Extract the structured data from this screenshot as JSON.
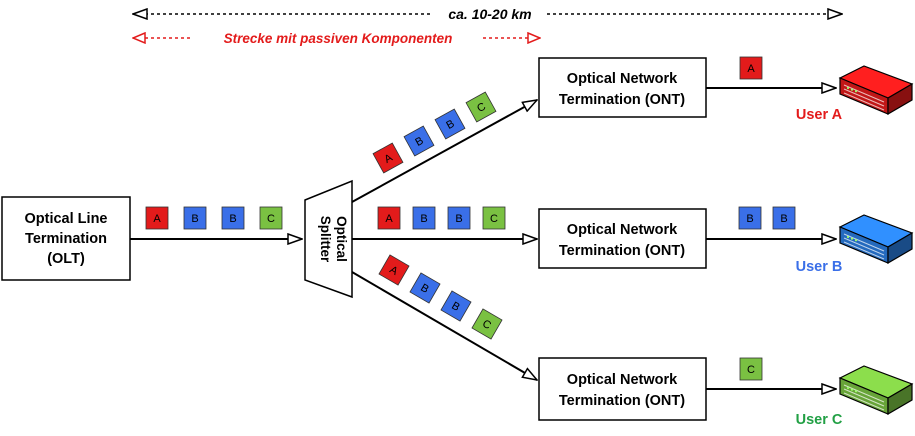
{
  "distance": {
    "label": "ca. 10-20 km",
    "color": "#000000"
  },
  "passive": {
    "label": "Strecke mit passiven Komponenten",
    "color": "#e31b1b"
  },
  "olt": {
    "line1": "Optical Line",
    "line2": "Termination",
    "line3": "(OLT)"
  },
  "splitter": {
    "line1": "Optical",
    "line2": "Splitter"
  },
  "ont": [
    {
      "line1": "Optical Network",
      "line2": "Termination (ONT)"
    },
    {
      "line1": "Optical Network",
      "line2": "Termination (ONT)"
    },
    {
      "line1": "Optical Network",
      "line2": "Termination (ONT)"
    }
  ],
  "packets_main": [
    "A",
    "B",
    "B",
    "C"
  ],
  "packets_branches": [
    [
      "A",
      "B",
      "B",
      "C"
    ],
    [
      "A",
      "B",
      "B",
      "C"
    ],
    [
      "A",
      "B",
      "B",
      "C"
    ]
  ],
  "packets_out": [
    [
      "A"
    ],
    [
      "B",
      "B"
    ],
    [
      "C"
    ]
  ],
  "users": [
    {
      "label": "User A",
      "color": "#e31b1b"
    },
    {
      "label": "User B",
      "color": "#3a6fe8"
    },
    {
      "label": "User C",
      "color": "#22a045"
    }
  ],
  "packet_colors": {
    "A": "#e31b1b",
    "B": "#3a6fe8",
    "C": "#7ac142"
  },
  "device_colors": {
    "A": "#e31b1b",
    "B": "#2a7de0",
    "C": "#7ac142"
  }
}
